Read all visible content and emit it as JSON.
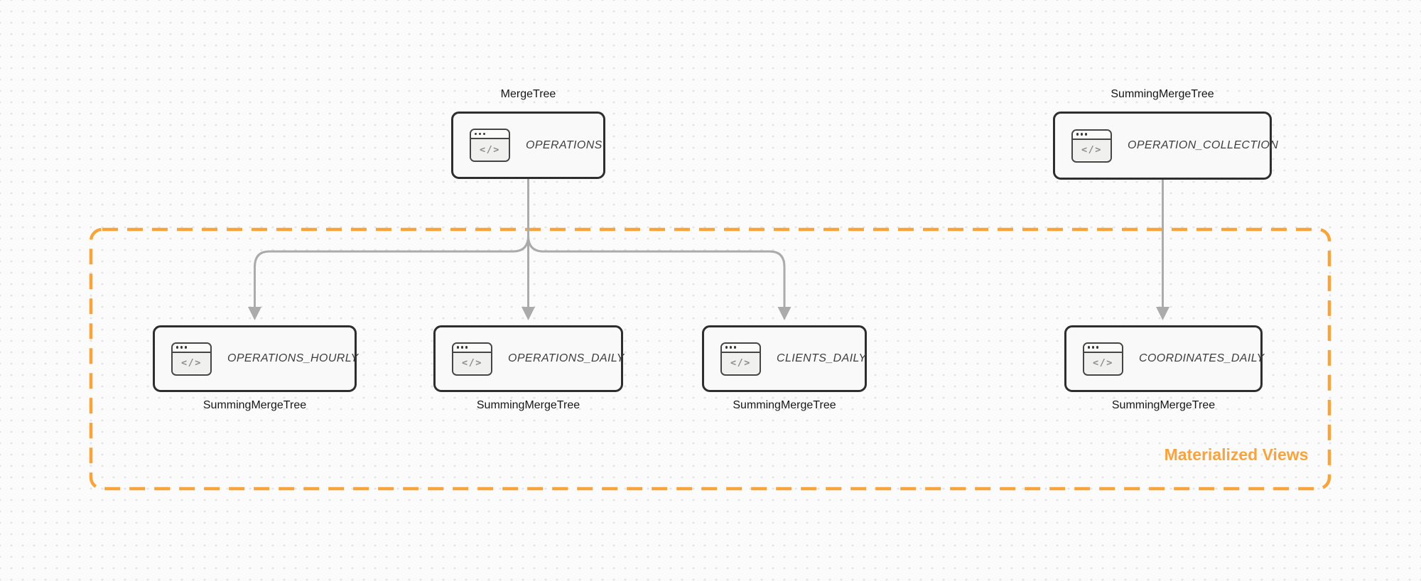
{
  "nodes": [
    {
      "id": "operations",
      "title": "OPERATIONS",
      "engine": "MergeTree"
    },
    {
      "id": "operation-collection",
      "title": "OPERATION_COLLECTION",
      "engine": "SummingMergeTree"
    },
    {
      "id": "operations-hourly",
      "title": "OPERATIONS_HOURLY",
      "engine": "SummingMergeTree"
    },
    {
      "id": "operations-daily",
      "title": "OPERATIONS_DAILY",
      "engine": "SummingMergeTree"
    },
    {
      "id": "clients-daily",
      "title": "CLIENTS_DAILY",
      "engine": "SummingMergeTree"
    },
    {
      "id": "coordinates-daily",
      "title": "COORDINATES_DAILY",
      "engine": "SummingMergeTree"
    }
  ],
  "group": {
    "label": "Materialized Views",
    "border_color": "#F8A43C",
    "label_color": "#F8A43C"
  },
  "icons": {
    "code_window_glyph": "</>"
  },
  "colors": {
    "background": "#FBFBFB",
    "dot_grid": "#E4E4E4",
    "node_border": "#2E2E2E",
    "node_fill": "#F8F9F8",
    "node_title": "#3E3E3E",
    "engine_label": "#161616",
    "edge": "#ABABAB"
  }
}
